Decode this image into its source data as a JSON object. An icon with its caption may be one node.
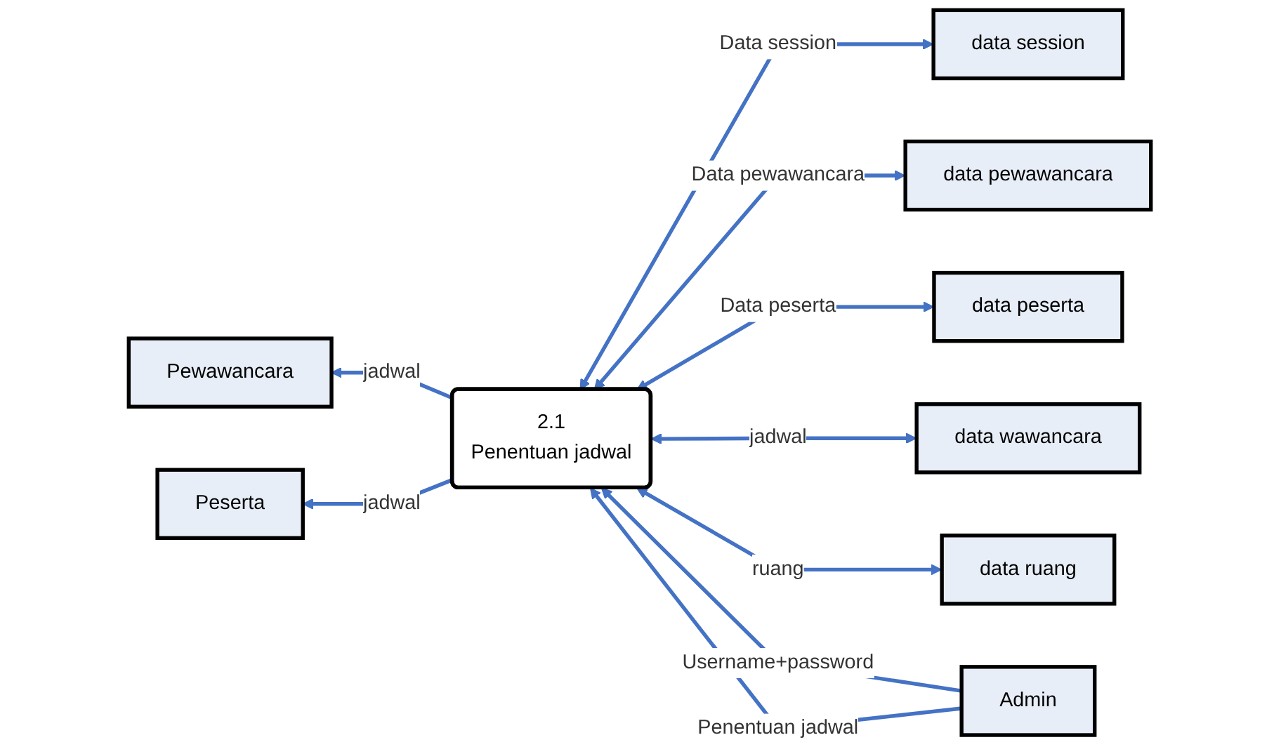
{
  "diagram": {
    "nodes": [
      {
        "text": [
          "Pewawancara"
        ]
      },
      {
        "text": [
          "2.1",
          "Penentuan jadwal"
        ]
      },
      {
        "text": [
          "data session"
        ]
      },
      {
        "text": [
          "data pewawancara"
        ]
      },
      {
        "text": [
          "data peserta"
        ]
      },
      {
        "text": [
          "data wawancara"
        ]
      },
      {
        "text": [
          "data ruang"
        ]
      },
      {
        "text": [
          "Admin"
        ]
      },
      {
        "text": [
          "Peserta"
        ]
      }
    ],
    "edges": [
      {
        "from": 1,
        "to": 0,
        "arrow": "to",
        "label": "jadwal"
      },
      {
        "from": 2,
        "to": 1,
        "arrow": "both",
        "label": "Data session"
      },
      {
        "from": 3,
        "to": 1,
        "arrow": "both",
        "label": "Data pewawancara"
      },
      {
        "from": 4,
        "to": 1,
        "arrow": "both",
        "label": "Data peserta"
      },
      {
        "from": 5,
        "to": 1,
        "arrow": "both",
        "label": "jadwal"
      },
      {
        "from": 6,
        "to": 1,
        "arrow": "both",
        "label": "ruang"
      },
      {
        "from": 7,
        "to": 1,
        "arrow": "to",
        "label": "Username+password"
      },
      {
        "from": 7,
        "to": 1,
        "arrow": "to",
        "label": "Penentuan jadwal"
      },
      {
        "from": 1,
        "to": 8,
        "arrow": "to",
        "label": "jadwal"
      }
    ]
  }
}
